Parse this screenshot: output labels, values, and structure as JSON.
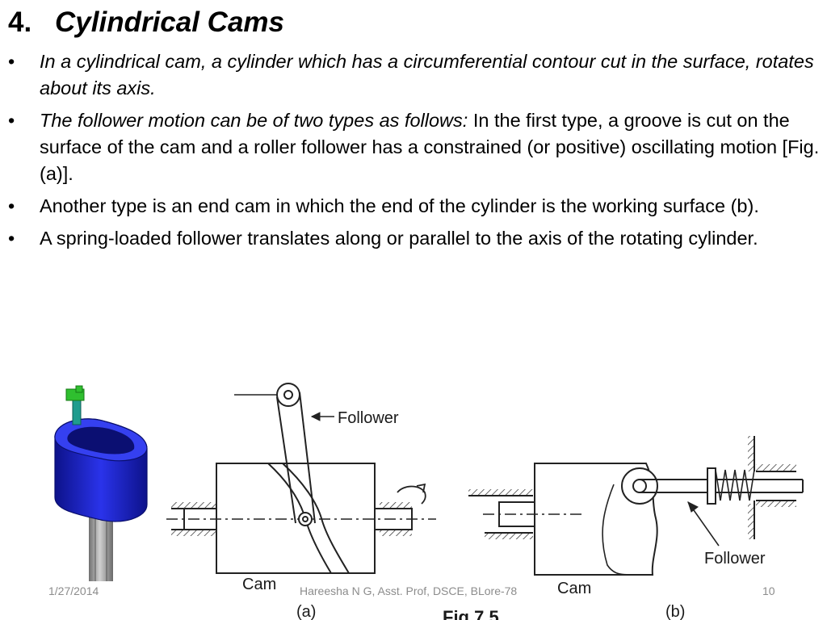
{
  "slide": {
    "number": "4.",
    "title": "Cylindrical Cams",
    "bullets": [
      {
        "marker": "•",
        "italic": "In a cylindrical cam, a cylinder which has a circumferential contour cut in the surface, rotates about its axis.",
        "normal": ""
      },
      {
        "marker": "•",
        "italic": "The follower motion can be of two types as follows:",
        "normal": " In the first type, a groove is cut on the surface of the cam and a roller follower has a constrained (or positive) oscillating motion [Fig.(a)]."
      },
      {
        "marker": "•",
        "italic": "",
        "normal": "Another type is an end cam in which the end of the cylinder is the working surface (b)."
      },
      {
        "marker": "•",
        "italic": "",
        "normal": "A spring-loaded follower translates along or parallel to the axis of the rotating cylinder."
      }
    ]
  },
  "figure": {
    "label_follower_a": "Follower",
    "label_cam_a": "Cam",
    "caption_a": "(a)",
    "label_follower_b": "Follower",
    "label_cam_b": "Cam",
    "caption_b": "(b)",
    "fig_number": "Fig 7.5"
  },
  "colors": {
    "cam_blue": "#1a22d6",
    "cam_blue_dark": "#0d128a",
    "follower_green": "#2fbf2f",
    "follower_teal": "#1f9c8e",
    "shaft_grey": "#8d8d8d"
  },
  "footer": {
    "date": "1/27/2014",
    "author": "Hareesha N G, Asst. Prof, DSCE, BLore-78",
    "page": "10"
  }
}
